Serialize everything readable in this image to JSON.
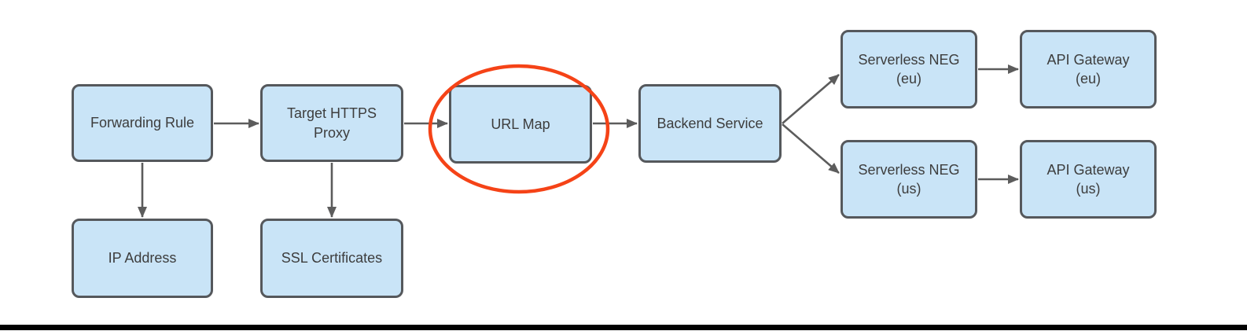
{
  "diagram": {
    "nodes": {
      "forwarding_rule": {
        "label": "Forwarding Rule"
      },
      "target_https_proxy": {
        "label": "Target HTTPS\nProxy"
      },
      "url_map": {
        "label": "URL Map"
      },
      "backend_service": {
        "label": "Backend Service"
      },
      "serverless_neg_eu": {
        "label": "Serverless NEG\n(eu)"
      },
      "api_gateway_eu": {
        "label": "API Gateway\n(eu)"
      },
      "serverless_neg_us": {
        "label": "Serverless NEG\n(us)"
      },
      "api_gateway_us": {
        "label": "API Gateway\n(us)"
      },
      "ip_address": {
        "label": "IP Address"
      },
      "ssl_certificates": {
        "label": "SSL Certificates"
      }
    },
    "edges": [
      {
        "from": "Forwarding Rule",
        "to": "Target HTTPS Proxy"
      },
      {
        "from": "Target HTTPS Proxy",
        "to": "URL Map"
      },
      {
        "from": "URL Map",
        "to": "Backend Service"
      },
      {
        "from": "Backend Service",
        "to": "Serverless NEG (eu)"
      },
      {
        "from": "Backend Service",
        "to": "Serverless NEG (us)"
      },
      {
        "from": "Serverless NEG (eu)",
        "to": "API Gateway (eu)"
      },
      {
        "from": "Serverless NEG (us)",
        "to": "API Gateway (us)"
      },
      {
        "from": "Forwarding Rule",
        "to": "IP Address"
      },
      {
        "from": "Target HTTPS Proxy",
        "to": "SSL Certificates"
      }
    ],
    "annotation": {
      "shape": "ellipse",
      "highlighted_node": "URL Map",
      "color": "#f54317"
    },
    "colors": {
      "node_fill": "#c9e4f7",
      "node_border": "#55585c",
      "node_text": "#3d3d3d",
      "arrow": "#5c5c5c",
      "highlight_ellipse": "#f54317",
      "bottom_bar": "#010101"
    }
  }
}
